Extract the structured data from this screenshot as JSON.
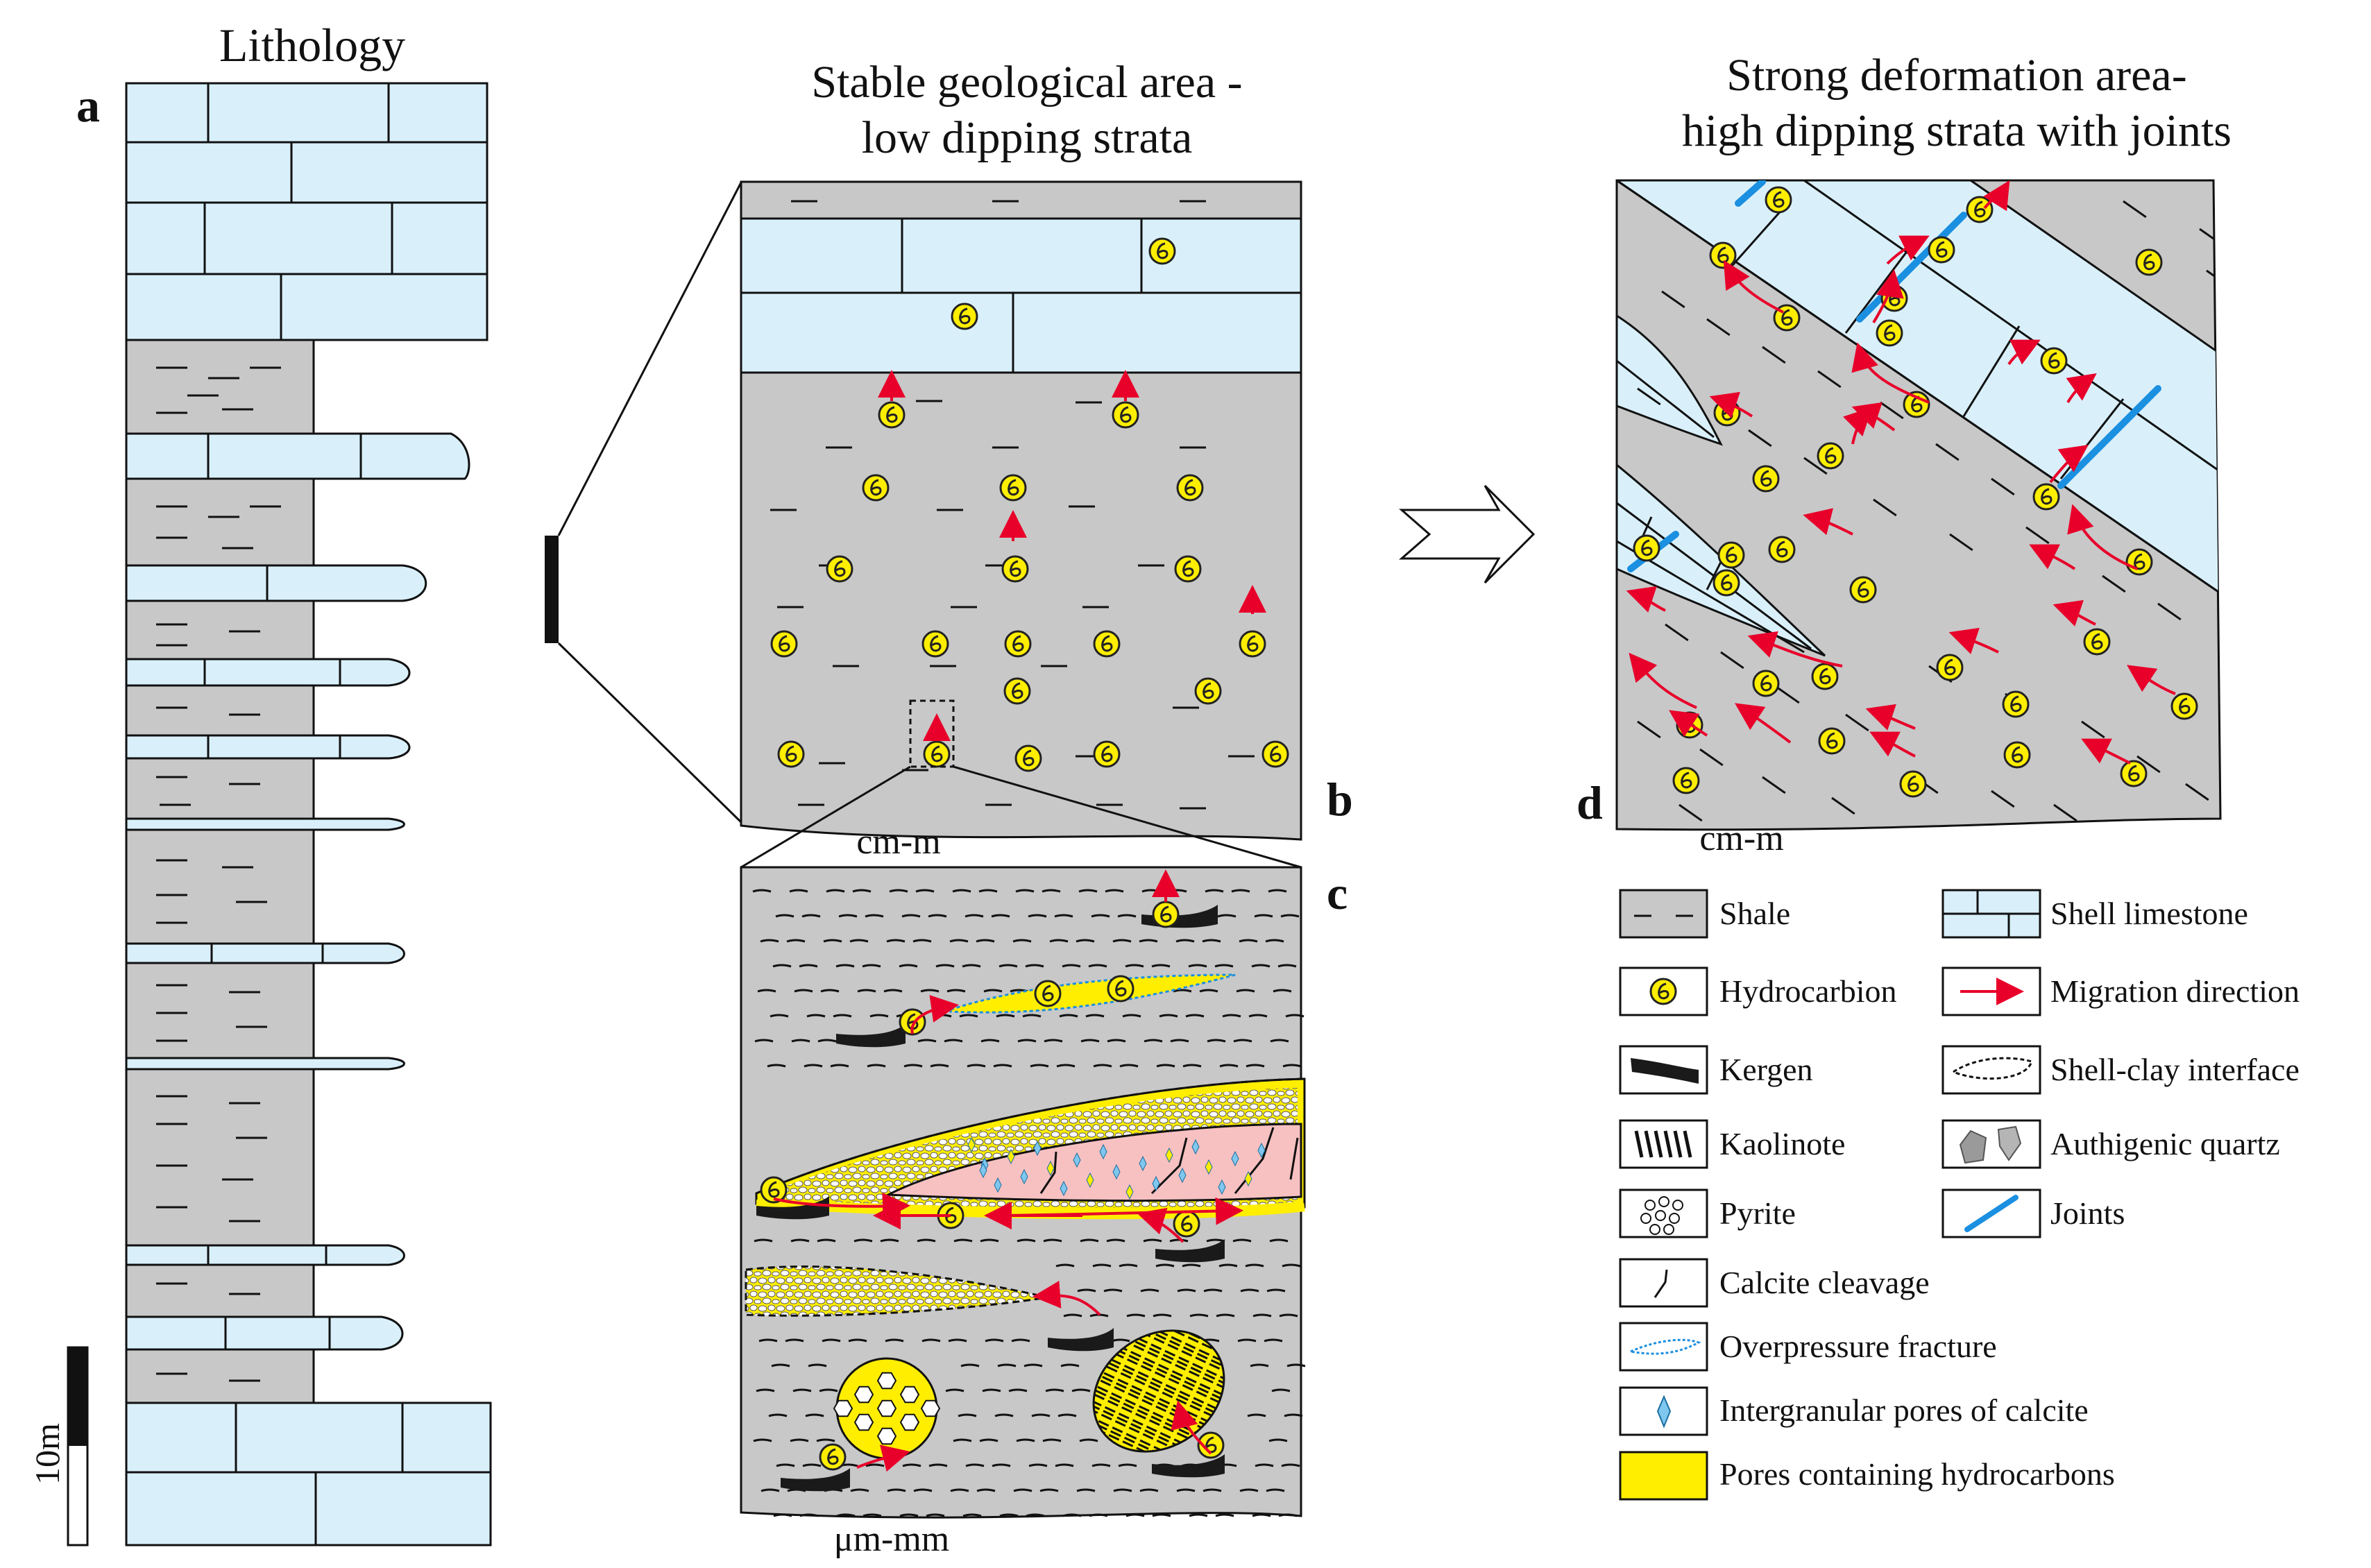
{
  "panels": {
    "a": {
      "letter": "a",
      "title": "Lithology",
      "scale_label": "10m"
    },
    "b": {
      "letter": "b",
      "title_line1": "Stable geological area -",
      "title_line2": "low dipping strata",
      "scale": "cm-m"
    },
    "c": {
      "letter": "c",
      "scale": "μm-mm"
    },
    "d": {
      "letter": "d",
      "title_line1": "Strong deformation area-",
      "title_line2": "high dipping strata with joints",
      "scale": "cm-m"
    }
  },
  "legend": {
    "shale": "Shale",
    "shell_limestone": "Shell limestone",
    "hydrocarbon": "Hydrocarbion",
    "migration": "Migration direction",
    "kerogen": "Kergen",
    "shell_clay": "Shell-clay interface",
    "kaolinite": "Kaolinote",
    "quartz": "Authigenic quartz",
    "pyrite": "Pyrite",
    "joints": "Joints",
    "calcite_cleavage": "Calcite  cleavage",
    "overpressure": "Overpressure  fracture",
    "intergranular": "Intergranular pores of calcite",
    "pores_hc": "Pores containing  hydrocarbons"
  },
  "colors": {
    "shale": "#c8c8c8",
    "limestone": "#d9f0fb",
    "hydrocarbon": "#ffee00",
    "migration": "#e8002a",
    "joint": "#1b8fe0",
    "kerogen": "#1a1a1a",
    "calcite_pink": "#f7c1c1"
  },
  "icons": {
    "hydrocarbon": "hydrocarbon-symbol-icon",
    "migration": "red-arrow-icon",
    "open_arrow": "hollow-arrow-icon"
  }
}
